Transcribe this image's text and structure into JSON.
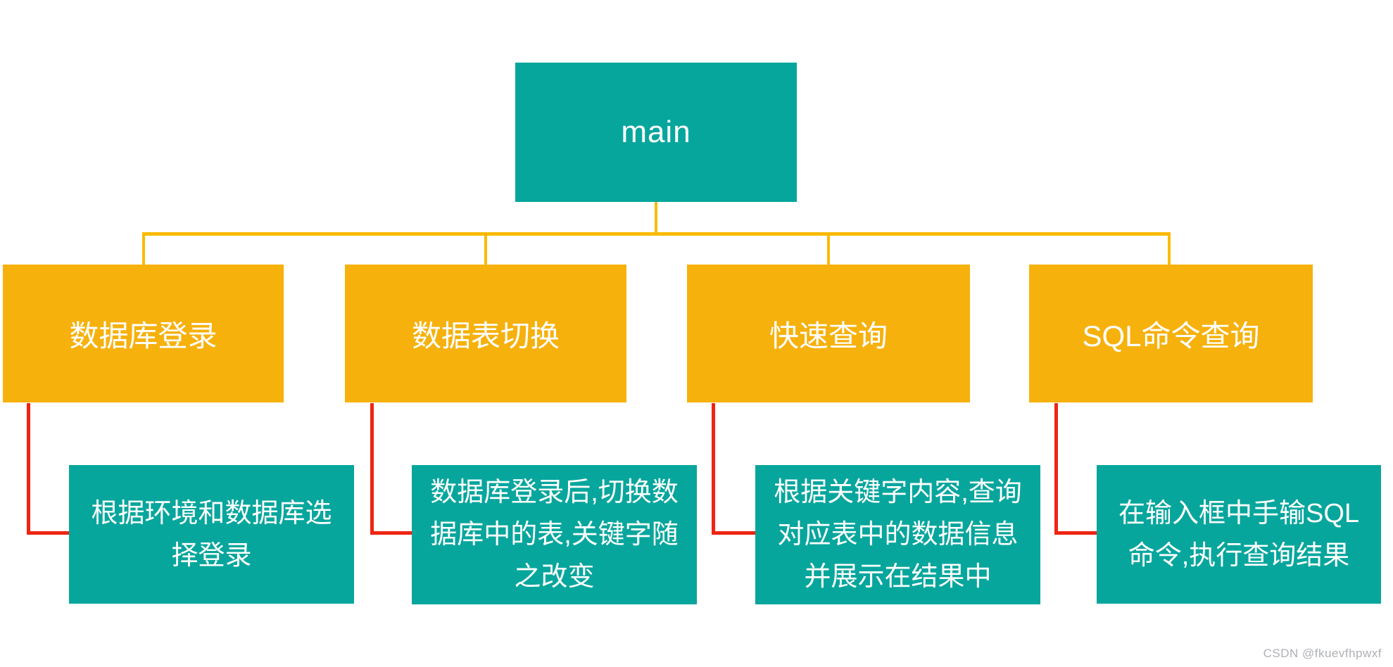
{
  "colors": {
    "teal": "#07A69D",
    "orange": "#F6B10D",
    "connector_yellow": "#FABB07",
    "connector_red": "#EE2512",
    "text_white": "#FFFFFF",
    "watermark_gray": "#AEB0B4"
  },
  "root": {
    "label": "main"
  },
  "branches": [
    {
      "label": "数据库登录",
      "desc_lines": [
        "根据环境和数据库选",
        "择登录"
      ]
    },
    {
      "label": "数据表切换",
      "desc_lines": [
        "数据库登录后,切换数",
        "据库中的表,关键字随",
        "之改变"
      ]
    },
    {
      "label": "快速查询",
      "desc_lines": [
        "根据关键字内容,查询",
        "对应表中的数据信息",
        "并展示在结果中"
      ]
    },
    {
      "label": "SQL命令查询",
      "desc_lines": [
        "在输入框中手输SQL",
        "命令,执行查询结果"
      ]
    }
  ],
  "watermark": {
    "text": "CSDN @fkuevfhpwxf"
  }
}
